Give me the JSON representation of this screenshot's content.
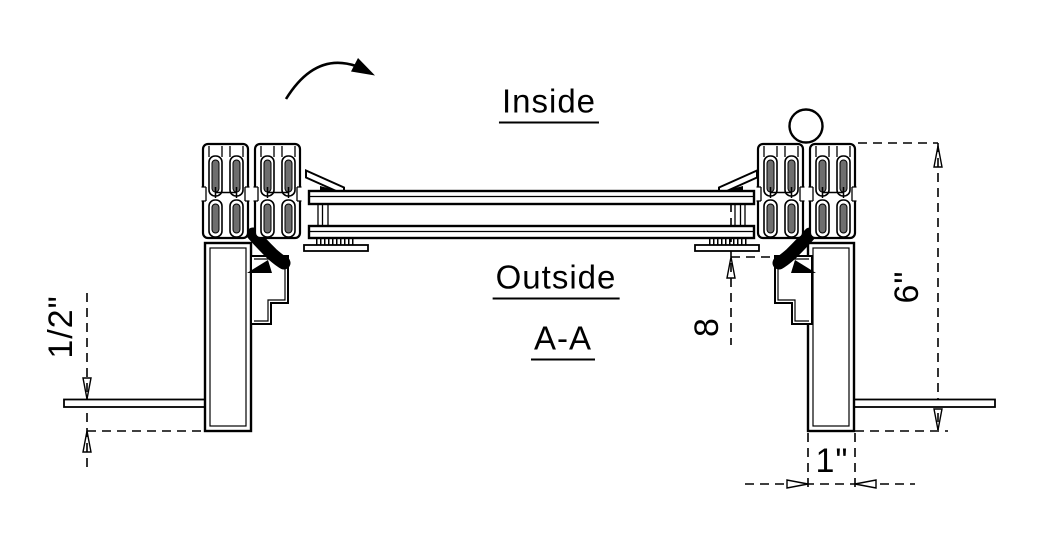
{
  "figure": {
    "type": "technical-section-drawing",
    "labels": {
      "inside": "Inside",
      "outside": "Outside",
      "section": "A-A"
    },
    "dims": {
      "roof_offset": "1/2\"",
      "curb_height": "6\"",
      "curb_width": "1\"",
      "ref_number": "8"
    },
    "colors": {
      "line": "#000000",
      "background": "#ffffff",
      "slot_fill": "#6e6e6e"
    }
  }
}
